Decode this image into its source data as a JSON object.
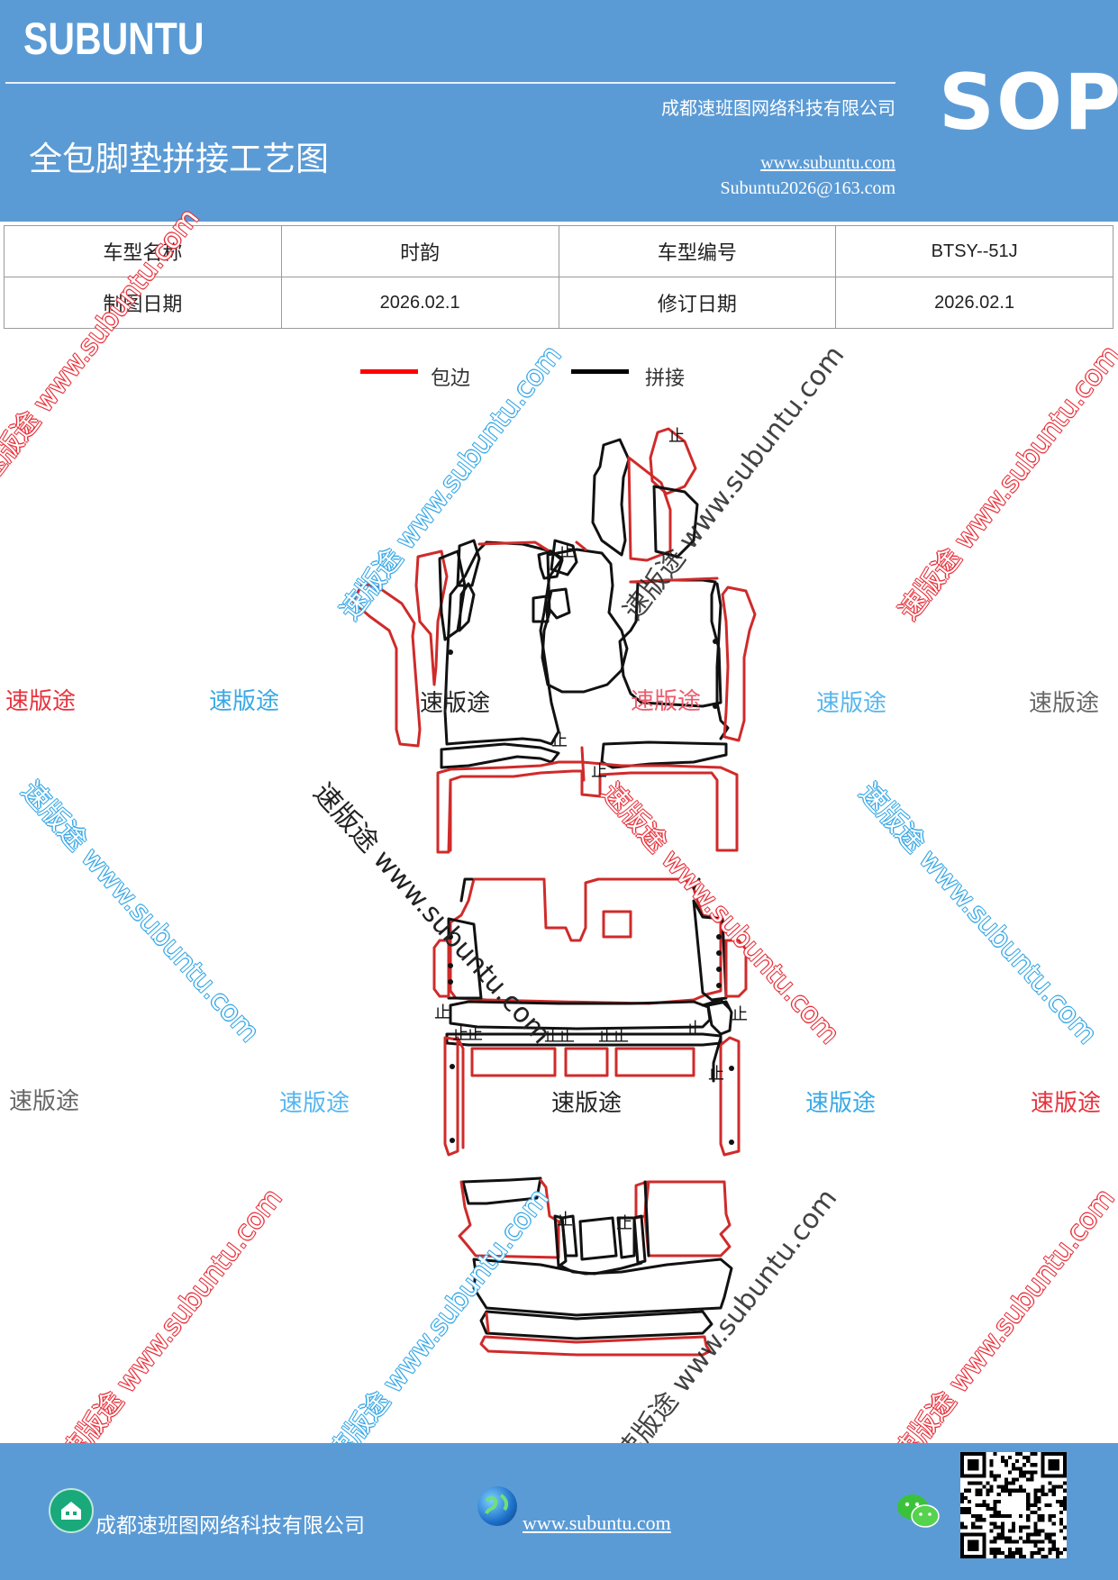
{
  "header": {
    "brand": "SUBUNTU",
    "company": "成都速班图网络科技有限公司",
    "doc_title": "全包脚垫拼接工艺图",
    "website": "www.subuntu.com",
    "email": "Subuntu2026@163.com",
    "badge": "SOP"
  },
  "info_table": {
    "model_name_label": "车型名称",
    "model_name_value": "时韵",
    "model_code_label": "车型编号",
    "model_code_value": "BTSY--51J",
    "draw_date_label": "制图日期",
    "draw_date_value": "2026.02.1",
    "revise_date_label": "修订日期",
    "revise_date_value": "2026.02.1"
  },
  "legend": {
    "items": [
      {
        "label": "包边",
        "color": "#ff0000"
      },
      {
        "label": "拼接",
        "color": "#000000"
      }
    ]
  },
  "watermarks": {
    "brand_cn": "速版途",
    "brand_url": "www.subuntu.com",
    "brand_full": "速版途 www.subuntu.com"
  },
  "diagram": {
    "stitch_mark": "止"
  },
  "footer": {
    "company": "成都速班图网络科技有限公司",
    "website": "www.subuntu.com",
    "icons": [
      "home-icon",
      "globe-icon",
      "wechat-icon",
      "qr-code"
    ]
  },
  "colors": {
    "header_bg": "#5b9bd5",
    "edge_binding": "#e03030",
    "splice": "#111111"
  }
}
